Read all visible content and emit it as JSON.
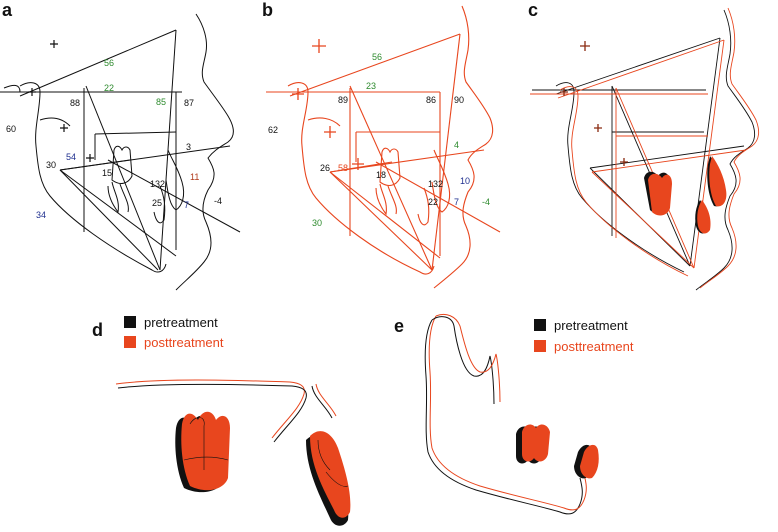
{
  "colors": {
    "pre": "#111111",
    "post": "#e8461e",
    "green": "#2e8b2e",
    "blue": "#1f2f8f",
    "brown": "#b03a1a"
  },
  "panels": {
    "a": {
      "letter": "a",
      "measurements": [
        {
          "text": "56",
          "color": "green"
        },
        {
          "text": "22",
          "color": "green"
        },
        {
          "text": "85",
          "color": "green"
        },
        {
          "text": "88",
          "color": "pre"
        },
        {
          "text": "87",
          "color": "pre"
        },
        {
          "text": "60",
          "color": "pre"
        },
        {
          "text": "30",
          "color": "pre"
        },
        {
          "text": "54",
          "color": "blue"
        },
        {
          "text": "15",
          "color": "pre"
        },
        {
          "text": "3",
          "color": "pre"
        },
        {
          "text": "132",
          "color": "pre"
        },
        {
          "text": "11",
          "color": "brown"
        },
        {
          "text": "25",
          "color": "pre"
        },
        {
          "text": "7",
          "color": "blue"
        },
        {
          "text": "-4",
          "color": "pre"
        },
        {
          "text": "34",
          "color": "blue"
        }
      ]
    },
    "b": {
      "letter": "b",
      "measurements": [
        {
          "text": "56",
          "color": "green"
        },
        {
          "text": "23",
          "color": "green"
        },
        {
          "text": "89",
          "color": "pre"
        },
        {
          "text": "86",
          "color": "pre"
        },
        {
          "text": "90",
          "color": "pre"
        },
        {
          "text": "62",
          "color": "pre"
        },
        {
          "text": "4",
          "color": "green"
        },
        {
          "text": "26",
          "color": "pre"
        },
        {
          "text": "58",
          "color": "post"
        },
        {
          "text": "18",
          "color": "pre"
        },
        {
          "text": "132",
          "color": "pre"
        },
        {
          "text": "10",
          "color": "blue"
        },
        {
          "text": "22",
          "color": "pre"
        },
        {
          "text": "7",
          "color": "blue"
        },
        {
          "text": "-4",
          "color": "green"
        },
        {
          "text": "30",
          "color": "green"
        }
      ]
    },
    "c": {
      "letter": "c"
    },
    "d": {
      "letter": "d",
      "legend": {
        "pre_label": "pretreatment",
        "post_label": "posttreatment"
      }
    },
    "e": {
      "letter": "e",
      "legend": {
        "pre_label": "pretreatment",
        "post_label": "posttreatment"
      }
    }
  }
}
